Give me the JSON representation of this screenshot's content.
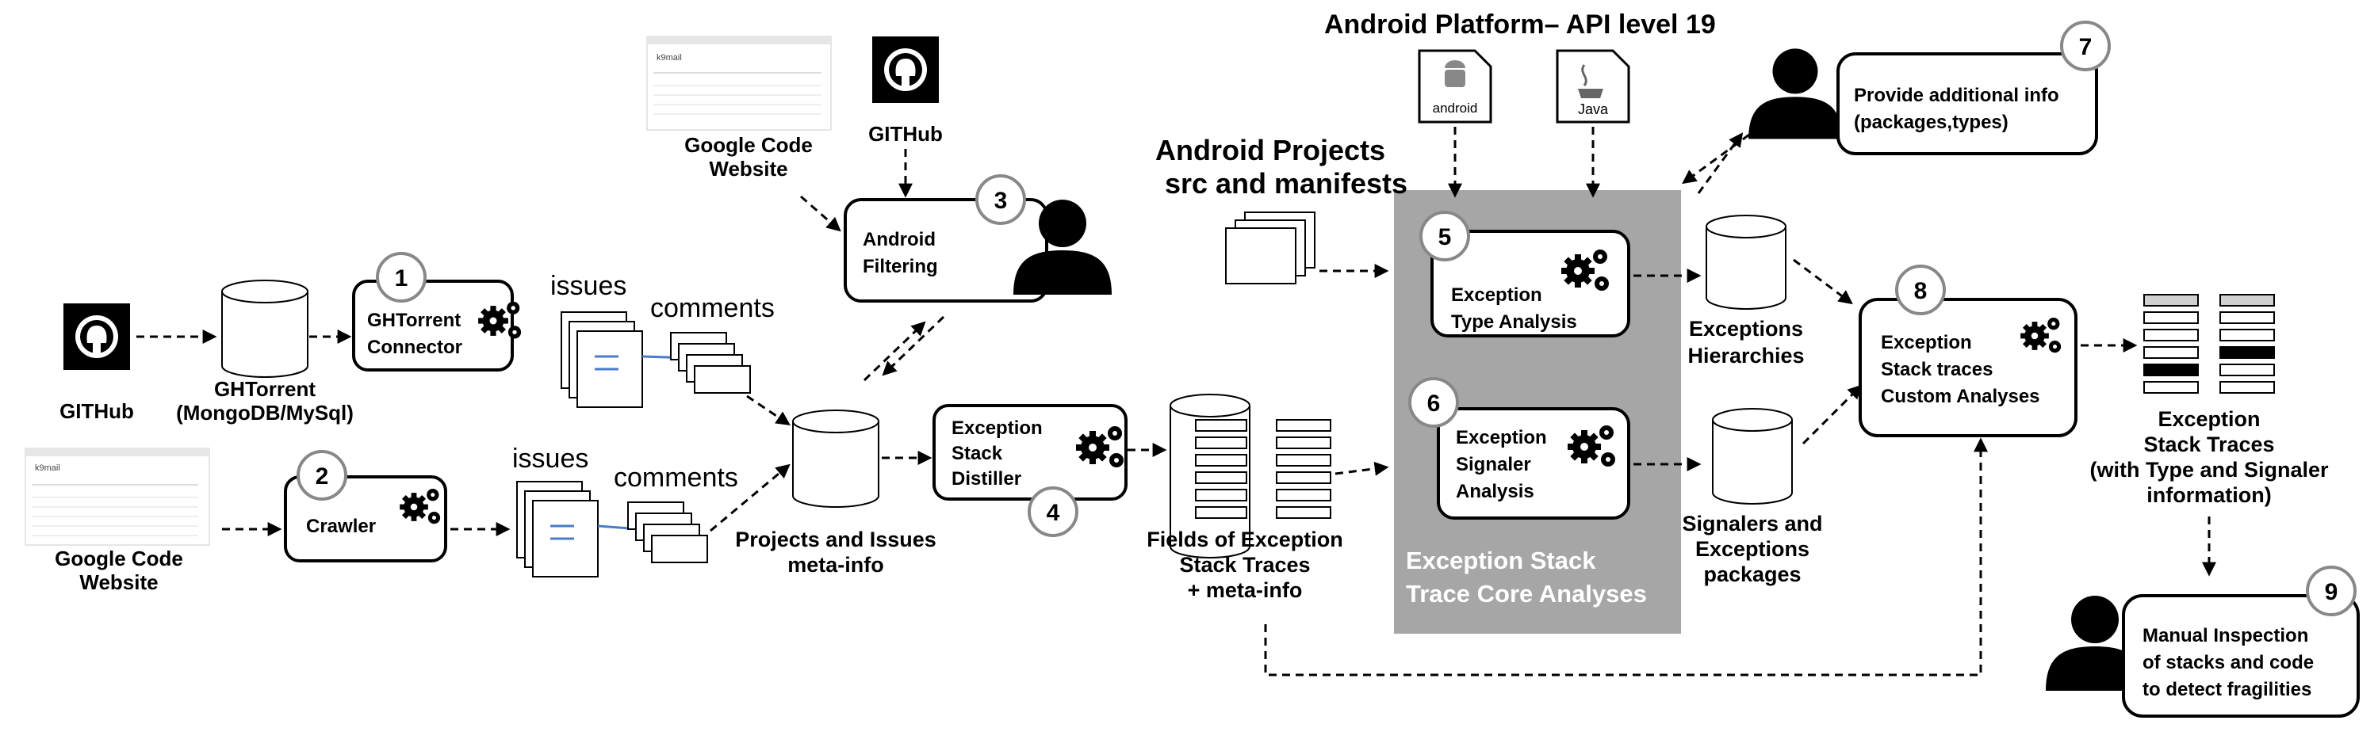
{
  "title": "Android  Platform– API level 19",
  "android_projects": [
    "Android Projects",
    "src and manifests"
  ],
  "github_source": "GITHub",
  "github_top": "GITHub",
  "ghtorrent_db": [
    "GHTorrent",
    "(MongoDB/MySql)"
  ],
  "google_code_top": [
    "Google Code",
    "Website"
  ],
  "google_code_bottom": [
    "Google Code",
    "Website"
  ],
  "kdmail": "k9mail",
  "issues_label": "issues",
  "comments_label": "comments",
  "projects_issues": [
    "Projects and Issues",
    "meta-info"
  ],
  "fields_exception": [
    "Fields of Exception",
    "Stack Traces",
    "+ meta-info"
  ],
  "exceptions_hierarchies": [
    "Exceptions",
    "Hierarchies"
  ],
  "signalers_packages": [
    "Signalers and",
    "Exceptions",
    "packages"
  ],
  "core_title": [
    "Exception Stack",
    "Trace Core Analyses"
  ],
  "exception_output": [
    "Exception",
    "Stack Traces",
    "(with Type and Signaler",
    "information)"
  ],
  "android_logo_text": "android",
  "java_logo_text": "Java",
  "steps": [
    {
      "number": "1",
      "label": [
        "GHTorrent",
        "Connector"
      ]
    },
    {
      "number": "2",
      "label": [
        "Crawler"
      ]
    },
    {
      "number": "3",
      "label": [
        "Android",
        "Filtering"
      ]
    },
    {
      "number": "4",
      "label": [
        "Exception",
        "Stack",
        "Distiller"
      ]
    },
    {
      "number": "5",
      "label": [
        "Exception",
        "Type Analysis"
      ]
    },
    {
      "number": "6",
      "label": [
        "Exception",
        "Signaler",
        "Analysis"
      ]
    },
    {
      "number": "7",
      "label": [
        "Provide additional info",
        "(packages,types)"
      ]
    },
    {
      "number": "8",
      "label": [
        "Exception",
        "Stack traces",
        "Custom Analyses"
      ]
    },
    {
      "number": "9",
      "label": [
        "Manual Inspection",
        "of stacks and code",
        "to detect fragilities"
      ]
    }
  ]
}
